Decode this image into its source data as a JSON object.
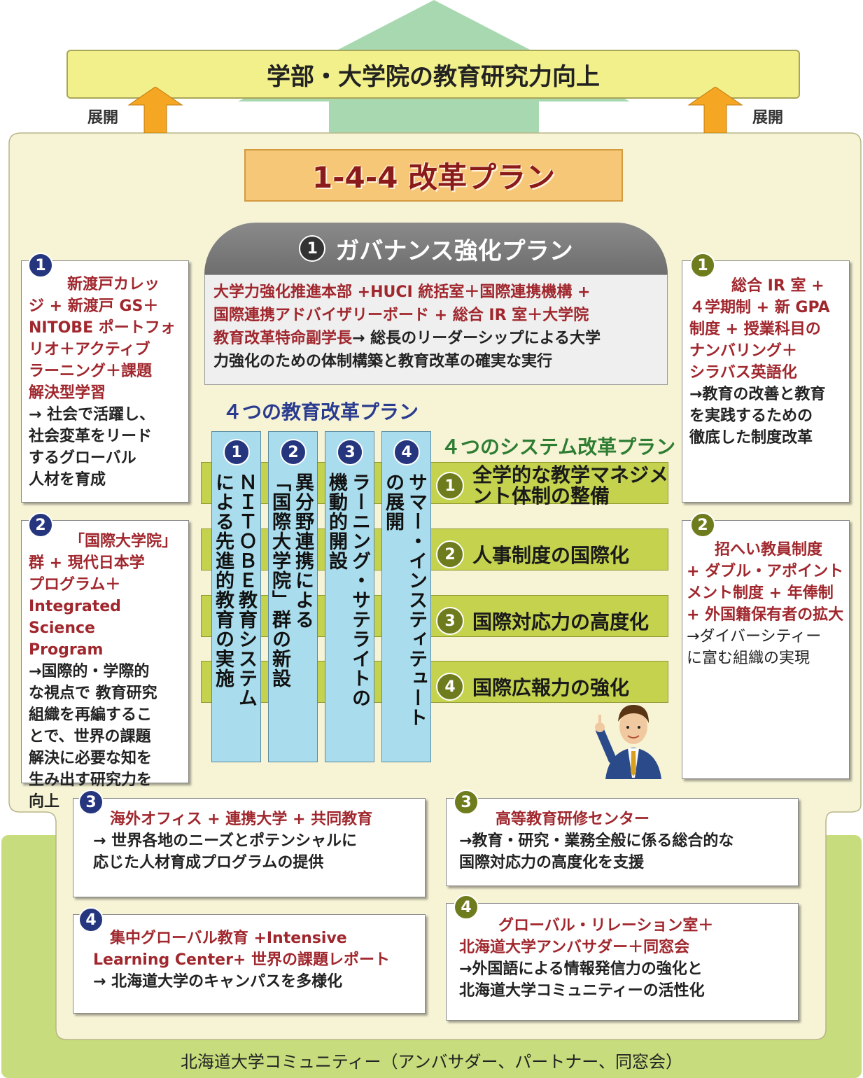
{
  "top_banner": "学部・大学院の教育研究力向上",
  "expand_left": "展開",
  "expand_right": "展開",
  "plan_title": "1-4-4 改革プラン",
  "governance": {
    "num": "1",
    "title": "ガバナンス強化プラン",
    "red_1": "大学力強化推進本部 +HUCI 統括室＋国際連携機構 +",
    "red_2": "国際連携アドバイザリーボード + 総合 IR 室＋大学院",
    "red_3": "教育改革特命副学長",
    "black_3": "→ 総長のリーダーシップによる大学",
    "black_4": "力強化のための体制構築と教育改革の確実な実行"
  },
  "four_edu_title": "４つの教育改革プラン",
  "four_sys_title": "４つのシステム改革プラン",
  "edu_columns": [
    {
      "num": "1",
      "text": "ＮＩＴＯＢＥ教育システム\nによる先進的教育の実施"
    },
    {
      "num": "2",
      "text": "異分野連携による\n「国際大学院」群の新設"
    },
    {
      "num": "3",
      "text": "ラーニング・サテライトの\n機動的開設"
    },
    {
      "num": "4",
      "text": "サマー・インスティテュート\nの展開"
    }
  ],
  "sys_items": [
    {
      "num": "1",
      "line1": "全学的な教学マネジメ",
      "line2": "ント体制の整備"
    },
    {
      "num": "2",
      "line1": "人事制度の国際化"
    },
    {
      "num": "3",
      "line1": "国際対応力の高度化"
    },
    {
      "num": "4",
      "line1": "国際広報力の強化"
    }
  ],
  "left1": {
    "num": "1",
    "red_a": "新渡戸カレッ",
    "red_b": "ジ + 新渡戸 GS＋",
    "red_c": "NITOBE ポートフォ",
    "red_d": "リオ＋アクティブ",
    "red_e": "ラーニング＋課題",
    "red_f": "解決型学習",
    "black_a": "→ 社会で活躍し、",
    "black_b": "社会変革をリード",
    "black_c": "するグローバル",
    "black_d": "人材を育成"
  },
  "left2": {
    "num": "2",
    "red_a": "「国際大学院」",
    "red_b": "群 + 現代日本学",
    "red_c": "プログラム＋",
    "red_d": "Integrated Science",
    "red_e": "Program",
    "black_a": "→国際的・学際的",
    "black_b": "な視点で 教育研究",
    "black_c": "組織を再編するこ",
    "black_d": "とで、世界の課題",
    "black_e": "解決に必要な知を",
    "black_f": "生み出す研究力を",
    "black_g": "向上"
  },
  "right1": {
    "num": "1",
    "red_a": "総合 IR 室 +",
    "red_b": "４学期制 + 新 GPA",
    "red_c": "制度 + 授業科目の",
    "red_d": "ナンバリング＋",
    "red_e": "シラバス英語化",
    "black_a": "→教育の改善と教育",
    "black_b": "を実践するための",
    "black_c": "徹底した制度改革"
  },
  "right2": {
    "num": "2",
    "red_a": "招へい教員制度",
    "red_b": "+ ダブル・アポイント",
    "red_c": "メント制度 + 年俸制",
    "red_d": "+ 外国籍保有者の拡大",
    "black_a": "→ダイバーシティー",
    "black_b": "に富む組織の実現"
  },
  "bottom_left3": {
    "num": "3",
    "red": "海外オフィス + 連携大学 + 共同教育",
    "black_a": "→ 世界各地のニーズとポテンシャルに",
    "black_b": "応じた人材育成プログラムの提供"
  },
  "bottom_left4": {
    "num": "4",
    "red_a": "集中グローバル教育 +Intensive",
    "red_b": "Learning Center+ 世界の課題レポート",
    "black_a": "→ 北海道大学のキャンパスを多様化"
  },
  "bottom_right3": {
    "num": "3",
    "red": "高等教育研修センター",
    "black_a": "→教育・研究・業務全般に係る総合的な",
    "black_b": "国際対応力の高度化を支援"
  },
  "bottom_right4": {
    "num": "4",
    "red_a": "グローバル・リレーション室＋",
    "red_b": "北海道大学アンバサダー＋同窓会",
    "black_a": "→外国語による情報発信力の強化と",
    "black_b": "北海道大学コミュニティーの活性化"
  },
  "bottom_text": "北海道大学コミュニティー（アンバサダー、パートナー、同窓会）",
  "colors": {
    "banner": "#f2f08a",
    "cream": "#f7f4d6",
    "green": "#c7dc7c",
    "olive_row": "#c4d24e",
    "light_blue": "#a9dcec",
    "orange": "#f7c778",
    "red_text": "#a0272d",
    "navy": "#26367e"
  }
}
